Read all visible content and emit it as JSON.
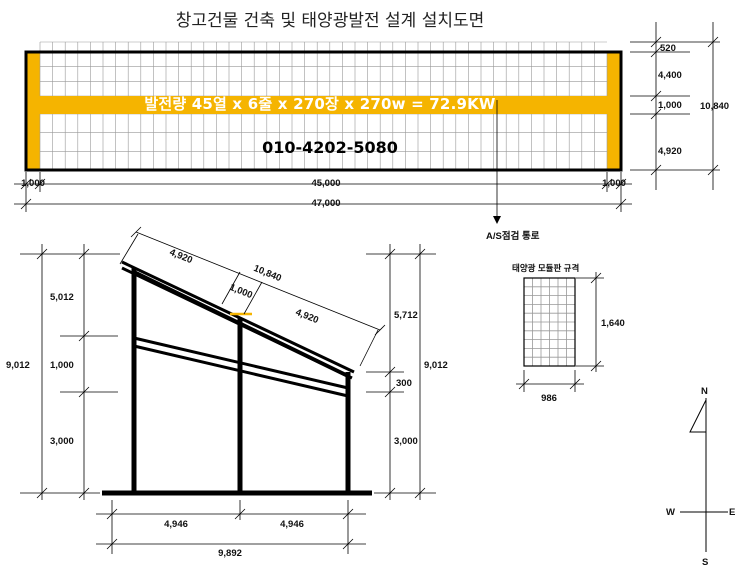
{
  "title": "창고건물 건축 및 태양광발전 설계 설치도면",
  "plan": {
    "banner": "발전량 45열 x 6줄 x 270장 x 270w = 72.9KW",
    "phone": "010-4202-5080",
    "dims": {
      "left_margin": "1,000",
      "center_width": "45,000",
      "right_margin": "1,000",
      "total_width": "47,000",
      "top": "520",
      "upper": "4,400",
      "middle": "1,000",
      "lower": "4,920",
      "total_depth": "10,840"
    },
    "as_label": "A/S점검 통로"
  },
  "section": {
    "dims": {
      "left_upper": "5,012",
      "left_mid": "1,000",
      "left_low": "3,000",
      "left_total": "9,012",
      "right_upper": "5,712",
      "right_mid": "300",
      "right_low": "3,000",
      "right_total": "9,012",
      "roof_upper": "4,920",
      "roof_gap": "1,000",
      "roof_lower": "4,920",
      "roof_total": "10,840",
      "span_left": "4,946",
      "span_right": "4,946",
      "span_total": "9,892"
    }
  },
  "module": {
    "title": "태양광 모듈판 규격",
    "height": "1,640",
    "width": "986"
  },
  "compass": {
    "n": "N",
    "s": "S",
    "e": "E",
    "w": "W"
  },
  "colors": {
    "panel_frame": "#f5b400",
    "grid": "#999999",
    "frame": "#000000"
  }
}
